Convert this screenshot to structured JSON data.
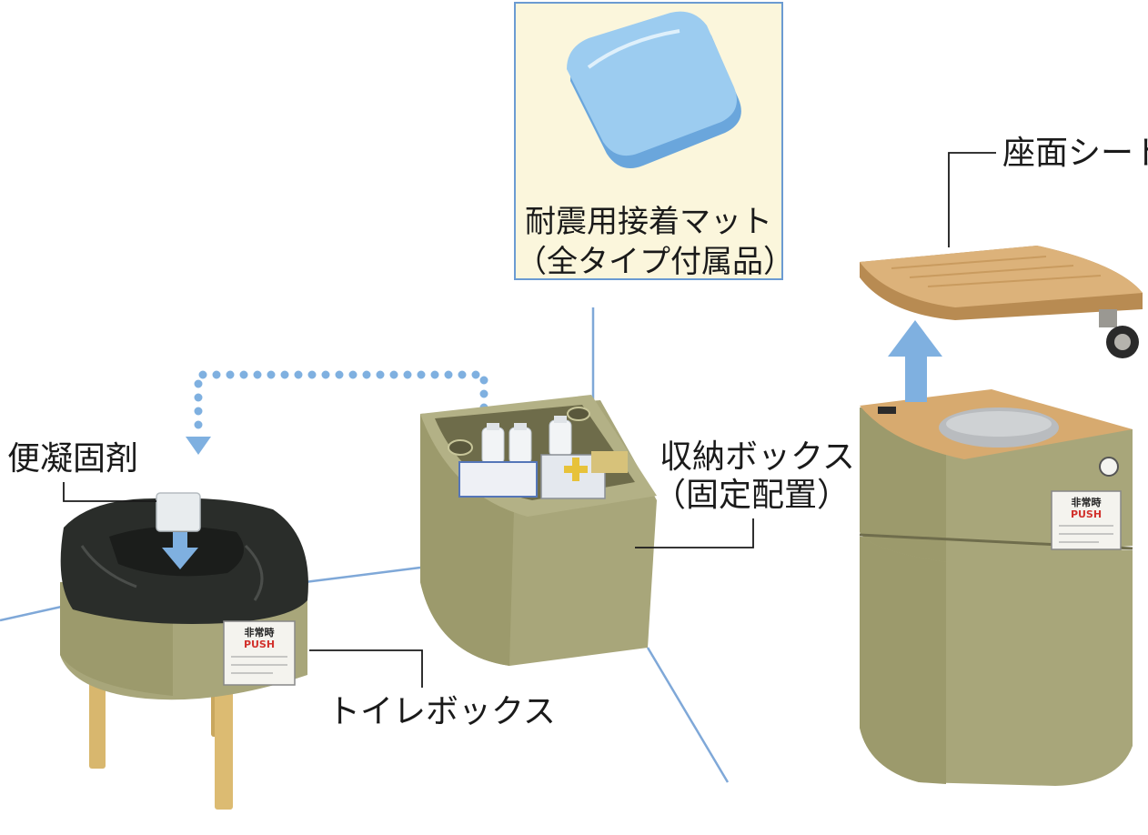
{
  "inset": {
    "caption_line1": "耐震用接着マット",
    "caption_line2": "（全タイプ付属品）"
  },
  "labels": {
    "seat_sheet": "座面シート",
    "coagulant": "便凝固剤",
    "storage_box_line1": "収納ボックス",
    "storage_box_line2": "（固定配置）",
    "toilet_box": "トイレボックス"
  },
  "sticker": {
    "title": "非常時",
    "push": "PUSH"
  },
  "colors": {
    "box_olive": "#a8a67a",
    "box_shadow": "#8d8b60",
    "wood": "#d7aa6f",
    "arrow_blue": "#7fb0e0",
    "guide_blue": "#7fa8d8",
    "mat_blue": "#8fc3ea",
    "inset_border": "#6b9bd2",
    "inset_bg": "#fbf6dc"
  }
}
